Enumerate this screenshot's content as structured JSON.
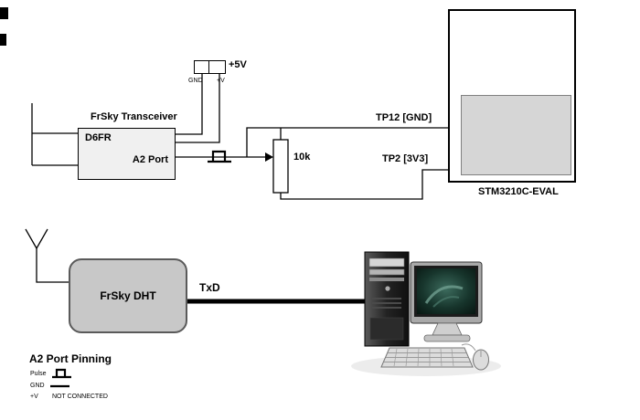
{
  "colors": {
    "background": "#ffffff",
    "wire": "#000000",
    "transceiver_box_fill": "#f0f0f0",
    "dht_box_fill": "#c8c8c8",
    "lcd_fill": "#d6d6d6"
  },
  "top_diagram": {
    "supply": {
      "label": "+5V",
      "pin_gnd": "GND",
      "pin_v": "+V"
    },
    "transceiver": {
      "title": "FrSky Transceiver",
      "model": "D6FR",
      "port": "A2 Port"
    },
    "potentiometer": "10k",
    "testpoints": {
      "tp12": "TP12 [GND]",
      "tp2": "TP2 [3V3]"
    },
    "board": "STM3210C-EVAL"
  },
  "bottom_diagram": {
    "module": "FrSky DHT",
    "signal": "TxD",
    "icons": [
      "antenna-icon",
      "txd-cable",
      "pc-tower-icon",
      "monitor-icon",
      "keyboard-icon",
      "mouse-icon"
    ]
  },
  "legend": {
    "title": "A2 Port Pinning",
    "rows": [
      {
        "label": "Pulse",
        "symbol": "square-wave-pulse-icon",
        "note": ""
      },
      {
        "label": "GND",
        "symbol": "solid-line-icon",
        "note": ""
      },
      {
        "label": "+V",
        "symbol": "",
        "note": "NOT CONNECTED"
      }
    ]
  }
}
